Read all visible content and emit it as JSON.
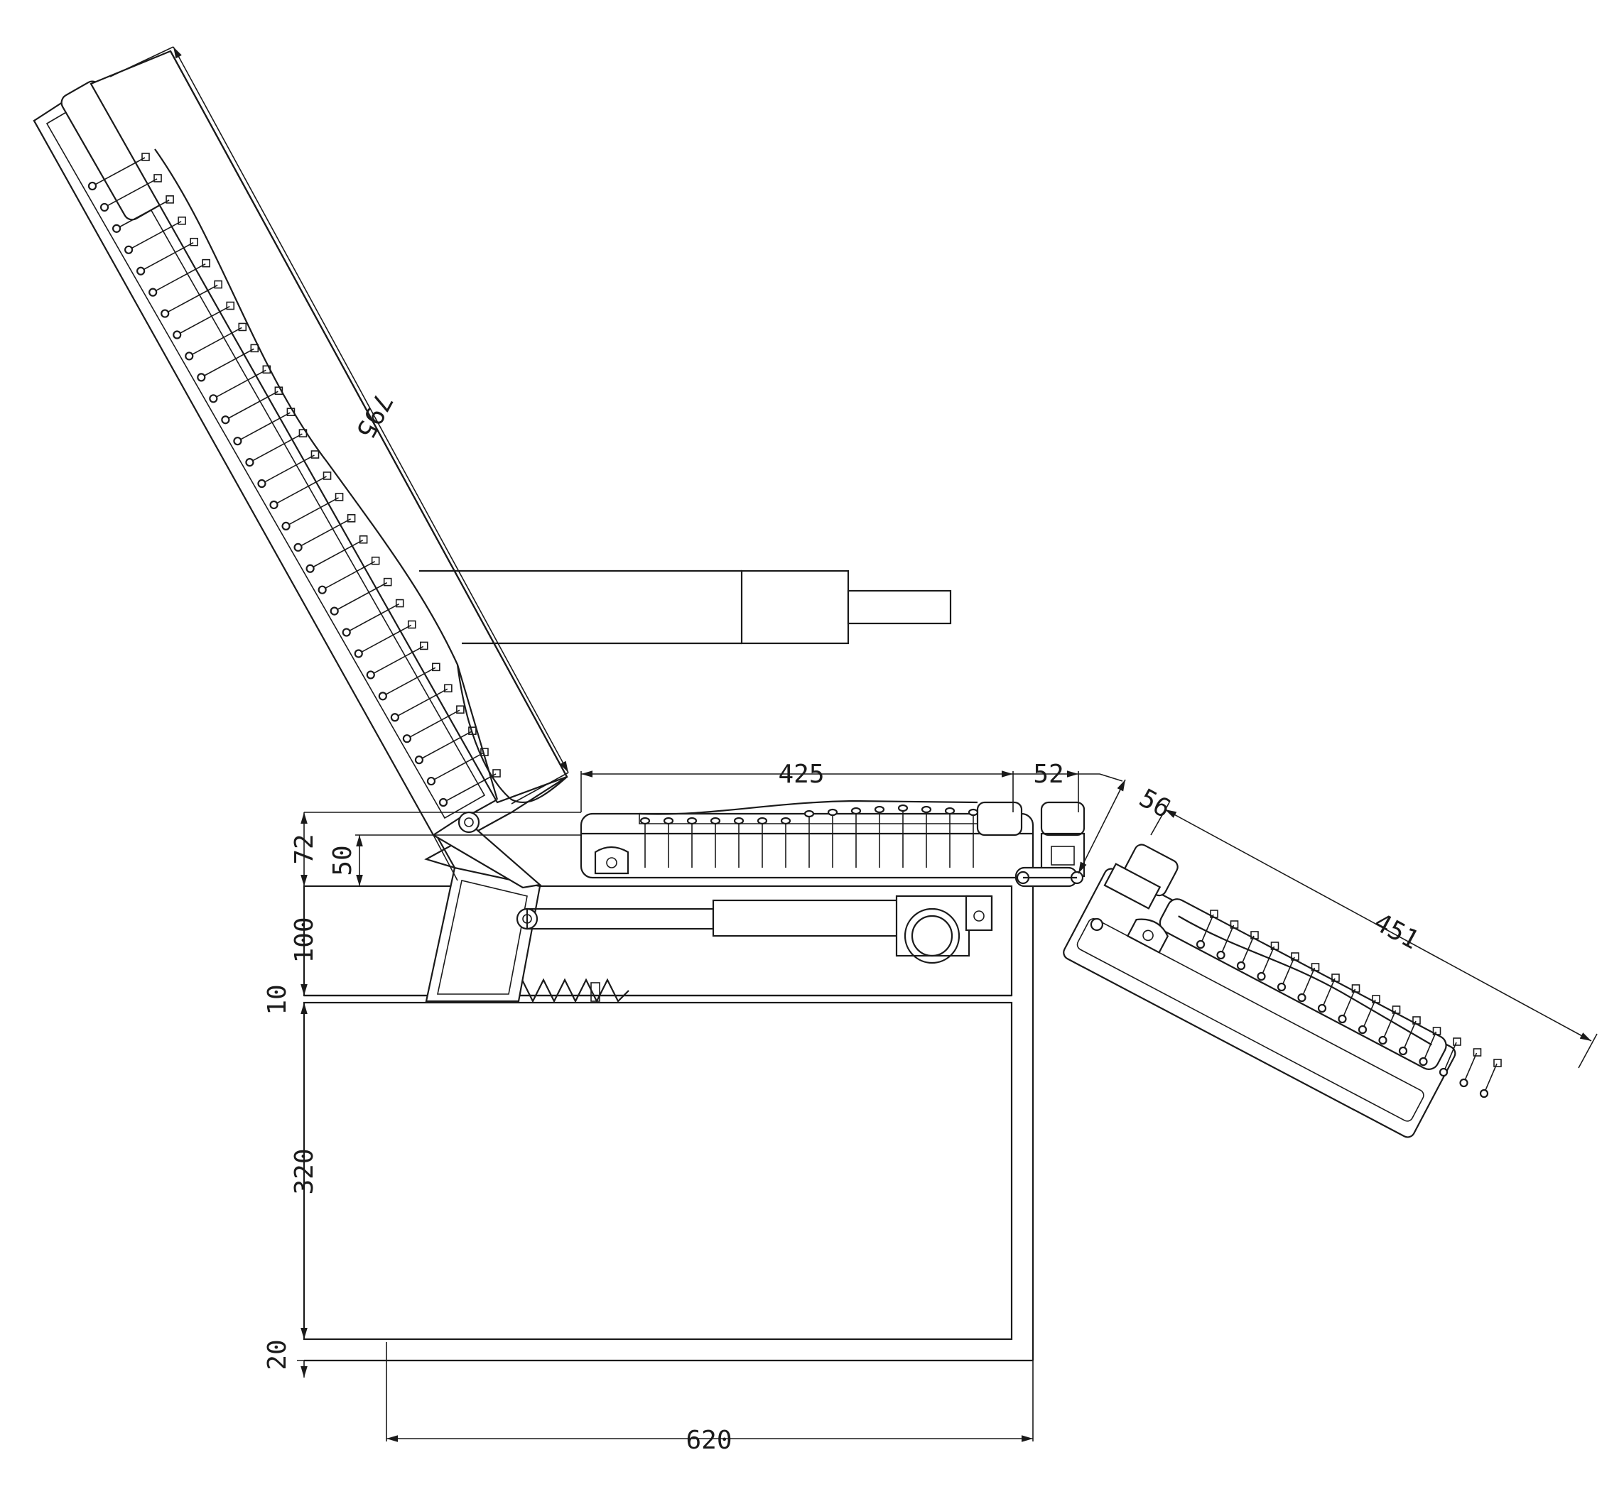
{
  "drawing": {
    "dimensions": {
      "backrest_length": "795",
      "seat_length": "425",
      "seat_hinge_gap": "52",
      "leg_hinge_gap": "56",
      "legrest_length": "451",
      "seat_height_72": "72",
      "seat_height_50": "50",
      "upper_frame_100": "100",
      "gap_10": "10",
      "base_height_320": "320",
      "bottom_20": "20",
      "base_width_620": "620"
    }
  }
}
